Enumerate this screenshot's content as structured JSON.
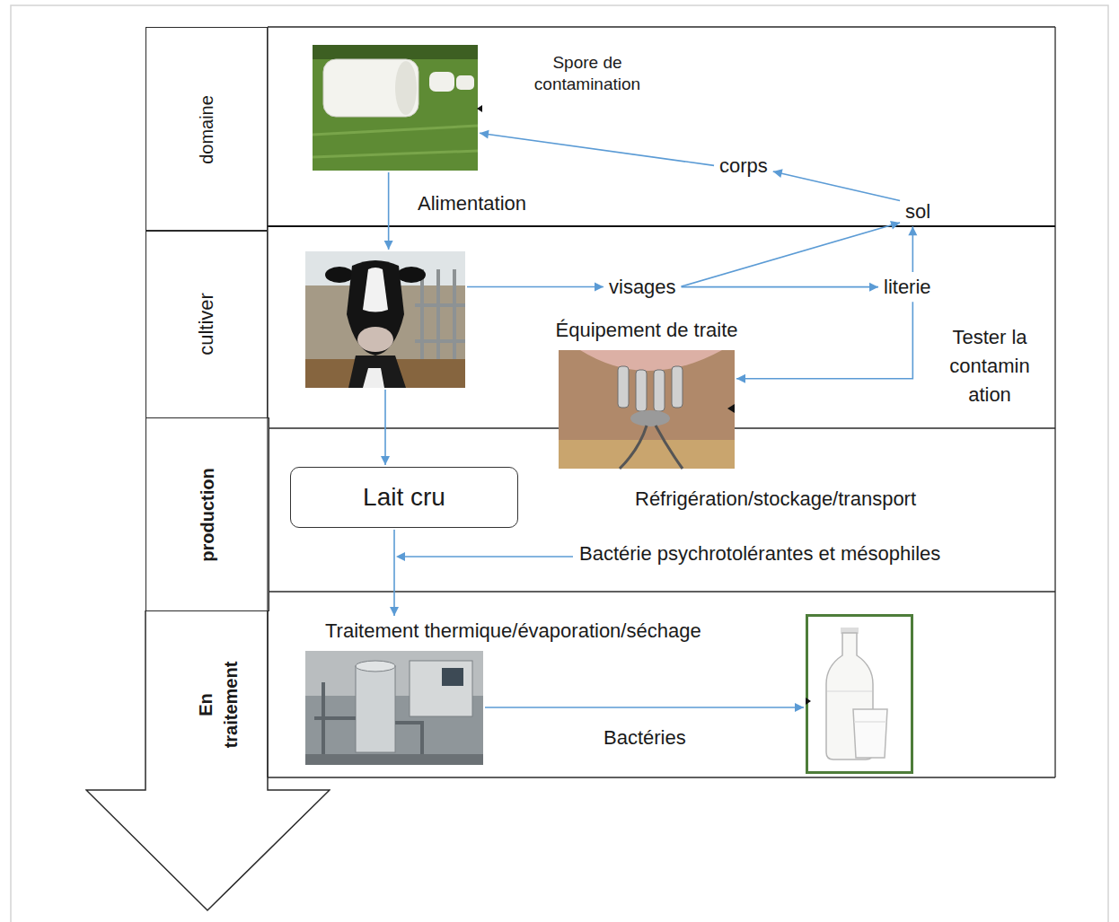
{
  "diagram": {
    "nodes": [
      {
        "text": [
          "domaine"
        ]
      },
      {
        "text": [
          "cultiver"
        ]
      },
      {
        "text": [
          "production"
        ]
      },
      {
        "text": [
          "En traitement"
        ]
      },
      {
        "text": [
          "Spore de contamination"
        ]
      },
      {
        "text": [
          "corps"
        ]
      },
      {
        "text": [
          "sol"
        ]
      },
      {
        "text": []
      },
      {
        "text": [
          "visages"
        ]
      },
      {
        "text": [
          "literie"
        ]
      },
      {
        "text": [
          "Équipement de traite"
        ]
      },
      {
        "text": [
          "Lait cru"
        ]
      },
      {
        "text": [
          "Traitement thermique/évaporation/séchage"
        ]
      },
      {
        "text": []
      }
    ],
    "edges": [
      {
        "from": 4,
        "to": 7,
        "arrow": "to",
        "label": "Alimentation"
      },
      {
        "from": 5,
        "to": 4,
        "arrow": "to"
      },
      {
        "from": 6,
        "to": 5,
        "arrow": "to"
      },
      {
        "from": 7,
        "to": 8,
        "arrow": "to"
      },
      {
        "from": 8,
        "to": 6,
        "arrow": "to"
      },
      {
        "from": 8,
        "to": 9,
        "arrow": "to"
      },
      {
        "from": 9,
        "to": 6,
        "arrow": "to"
      },
      {
        "from": 9,
        "to": 10,
        "arrow": "to"
      },
      {
        "from": 7,
        "to": 11,
        "arrow": "to"
      },
      {
        "from": 11,
        "to": 12,
        "arrow": "to"
      },
      {
        "from": 12,
        "to": 13,
        "arrow": "to",
        "label": "Bactéries"
      }
    ],
    "labels": [
      "Réfrigération/stockage/transport",
      "Bactérie psychrotolérantes et mésophiles",
      "Tester la contamination"
    ]
  }
}
